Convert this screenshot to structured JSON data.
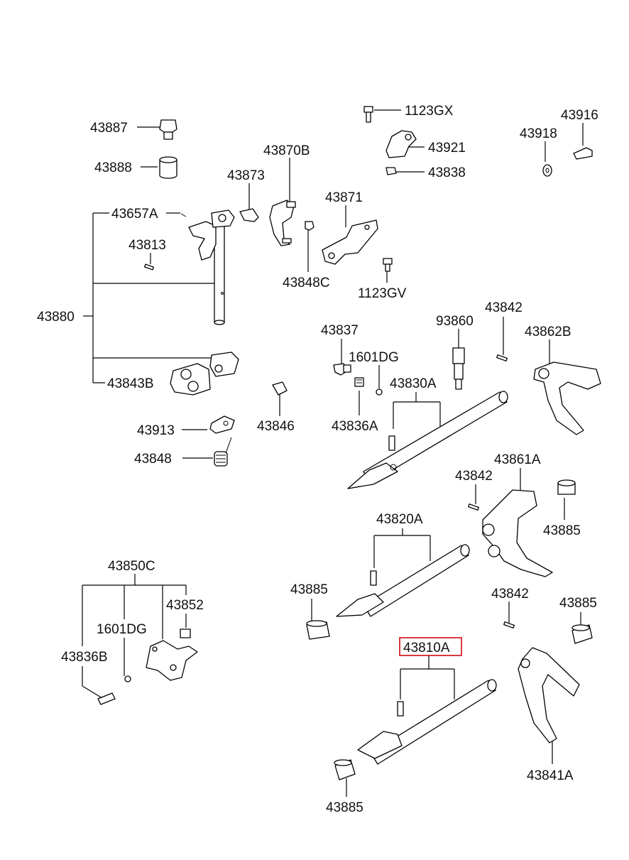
{
  "parts": {
    "p43887": "43887",
    "p43888": "43888",
    "p43870B": "43870B",
    "p43873": "43873",
    "p43657A": "43657A",
    "p43813": "43813",
    "p43880": "43880",
    "p43843B": "43843B",
    "p1123GX": "1123GX",
    "p43921": "43921",
    "p43838": "43838",
    "p43916": "43916",
    "p43918": "43918",
    "p43871": "43871",
    "p43848C": "43848C",
    "p1123GV": "1123GV",
    "p43837": "43837",
    "p1601DG_a": "1601DG",
    "p93860": "93860",
    "p43842_a": "43842",
    "p43862B": "43862B",
    "p43830A": "43830A",
    "p43836A": "43836A",
    "p43846": "43846",
    "p43913": "43913",
    "p43848": "43848",
    "p43842_b": "43842",
    "p43861A": "43861A",
    "p43885_a": "43885",
    "p43820A": "43820A",
    "p43850C": "43850C",
    "p43852": "43852",
    "p1601DG_b": "1601DG",
    "p43836B": "43836B",
    "p43885_b": "43885",
    "p43842_c": "43842",
    "p43885_c": "43885",
    "p43810A": "43810A",
    "p43841A": "43841A",
    "p43885_d": "43885"
  },
  "highlight": {
    "part": "43810A",
    "color": "#d9232e"
  }
}
